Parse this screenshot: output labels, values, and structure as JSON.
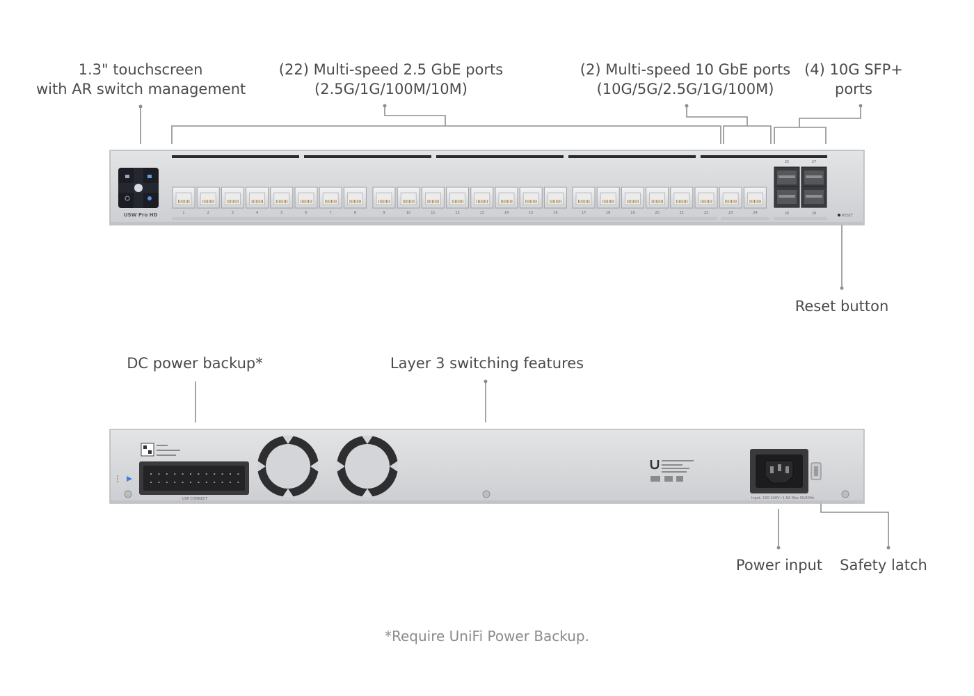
{
  "front_callouts": {
    "touchscreen": [
      "1.3\" touchscreen",
      "with AR switch management"
    ],
    "ports_2_5g": [
      "(22) Multi-speed 2.5 GbE ports",
      "(2.5G/1G/100M/10M)"
    ],
    "ports_10g": [
      "(2) Multi-speed 10 GbE ports",
      "(10G/5G/2.5G/1G/100M)"
    ],
    "sfp": [
      "(4) 10G SFP+",
      "ports"
    ],
    "reset": "Reset button"
  },
  "back_callouts": {
    "dc_power": "DC power backup*",
    "layer3": "Layer 3 switching features",
    "power_input": "Power input",
    "safety_latch": "Safety latch"
  },
  "device": {
    "model_label": "USW Pro HD",
    "reset_label": "RESET",
    "usp_label": "USP CONNECT",
    "power_rating": "Input: 100-240V~1.5A Max 50/60Hz",
    "rj45_numbers": [
      "1",
      "2",
      "3",
      "4",
      "5",
      "6",
      "7",
      "8",
      "9",
      "10",
      "11",
      "12",
      "13",
      "14",
      "15",
      "16",
      "17",
      "18",
      "19",
      "20",
      "21",
      "22",
      "23",
      "24"
    ],
    "sfp_numbers_top": [
      "25",
      "27"
    ],
    "sfp_numbers_bottom": [
      "26",
      "28"
    ]
  },
  "footnote": "*Require UniFi Power Backup.",
  "colors": {
    "text": "#4b4b4b",
    "leader_line": "#8e8e8e",
    "chassis": "#d9dadc",
    "chassis_edge": "#b7b8bb",
    "port_strip": "#2b2b2b",
    "screen": "#1c1d22"
  }
}
